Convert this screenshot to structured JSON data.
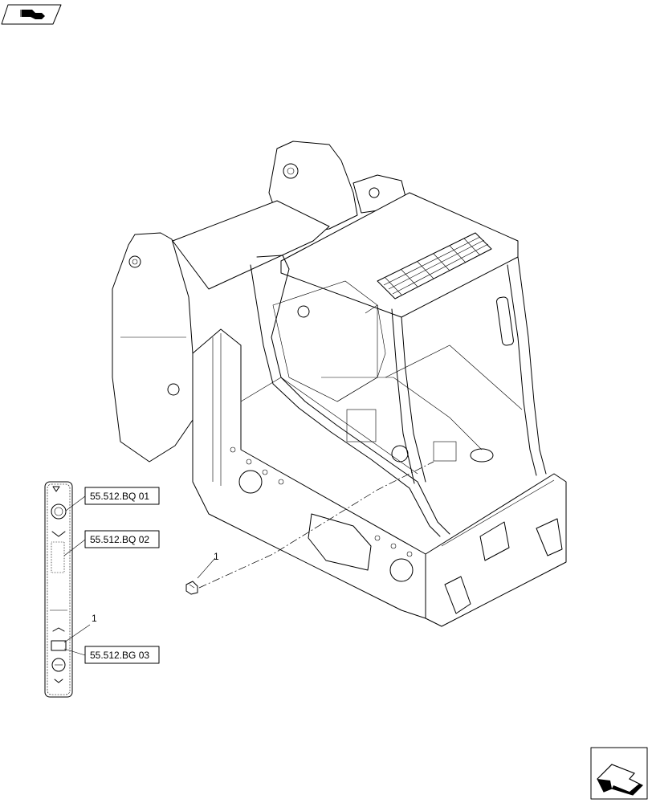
{
  "references": {
    "ref1": "55.512.BQ 01",
    "ref2": "55.512.BQ 02",
    "ref3": "55.512.BG 03"
  },
  "callouts": {
    "item_main": "1",
    "item_strip": "1"
  },
  "icons": {
    "top_left": "previous-page-arrow-icon",
    "bottom_right": "next-page-arrow-icon"
  }
}
